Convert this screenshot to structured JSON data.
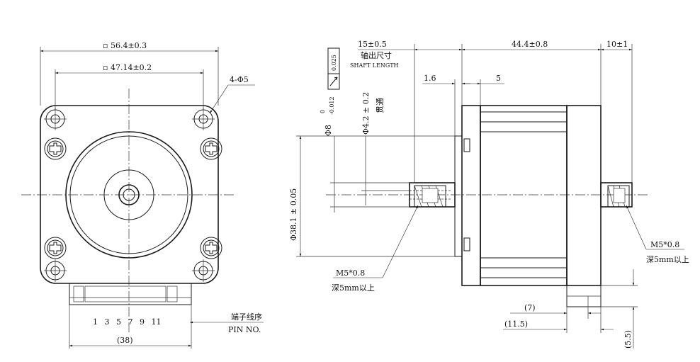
{
  "front_view": {
    "dim_outer": "▫ 56.4±0.3",
    "dim_hole_pitch": "▫ 47.14±0.2",
    "dim_holes": "4-Φ5",
    "pin_numbers": "1 3 5 7 9 11",
    "pin_label_cn": "端子线序",
    "pin_label_en": "PIN NO.",
    "dim_connector": "(38)"
  },
  "side_view": {
    "dim_shaft_length": "15±0.5",
    "shaft_length_cn": "轴出尺寸",
    "shaft_length_en": "SHAFT LENGTH",
    "dim_body_length": "44.4±0.8",
    "dim_rear_shaft": "10±1",
    "runout_value": "0.025",
    "dim_flange": "1.6",
    "dim_step": "5",
    "dim_shaft_dia": "Φ8",
    "dim_shaft_tol_upper": "0",
    "dim_shaft_tol_lower": "-0.012",
    "dim_bore_dia": "Φ4.2 ± 0.2",
    "dim_bore_note": "贯通",
    "dim_pilot": "Φ38.1 ± 0.05",
    "thread_front": "M5*0.8",
    "thread_front_depth": "深5mm以上",
    "thread_rear": "M5*0.8",
    "thread_rear_depth": "深5mm以上",
    "dim_conn_7": "(7)",
    "dim_conn_11_5": "(11.5)",
    "dim_conn_5_5": "(5.5)"
  }
}
